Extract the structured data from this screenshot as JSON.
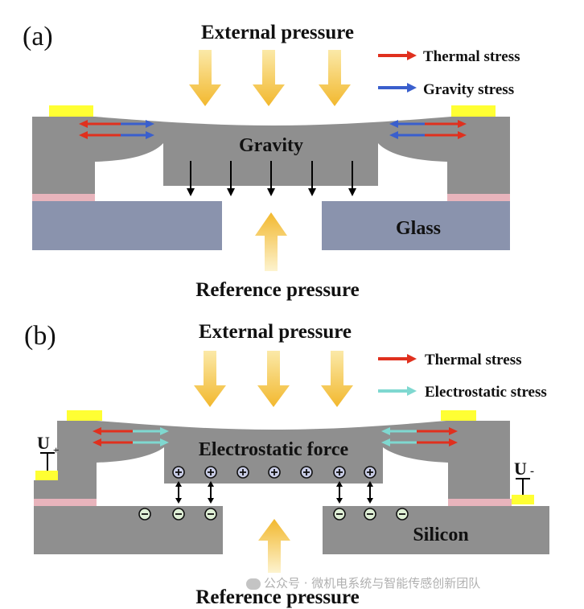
{
  "panel_a": {
    "tag": "(a)",
    "external_pressure": "External pressure",
    "reference_pressure": "Reference pressure",
    "center_label": "Gravity",
    "substrate_label": "Glass",
    "legend": [
      {
        "label": "Thermal stress",
        "color": "#e0301e"
      },
      {
        "label": "Gravity stress",
        "color": "#3a5fcd"
      }
    ]
  },
  "panel_b": {
    "tag": "(b)",
    "external_pressure": "External pressure",
    "reference_pressure": "Reference pressure",
    "center_label": "Electrostatic force",
    "substrate_label": "Silicon",
    "u_plus": "U",
    "u_plus_sup": "+",
    "u_minus": "U",
    "u_minus_sup": "-",
    "legend": [
      {
        "label": "Thermal stress",
        "color": "#e0301e"
      },
      {
        "label": "Electrostatic stress",
        "color": "#7fd8d0"
      }
    ]
  },
  "watermark": "公众号 · 微机电系统与智能传感创新团队",
  "colors": {
    "structure": "#8f8f8f",
    "glass": "#8a93ad",
    "electrode": "#ffff33",
    "bond": "#e8b4bc",
    "pressure_arrow": "#f2c043"
  },
  "icons": [
    "pressure-arrow",
    "force-arrow",
    "plus-charge-icon",
    "minus-charge-icon",
    "wechat-icon"
  ]
}
